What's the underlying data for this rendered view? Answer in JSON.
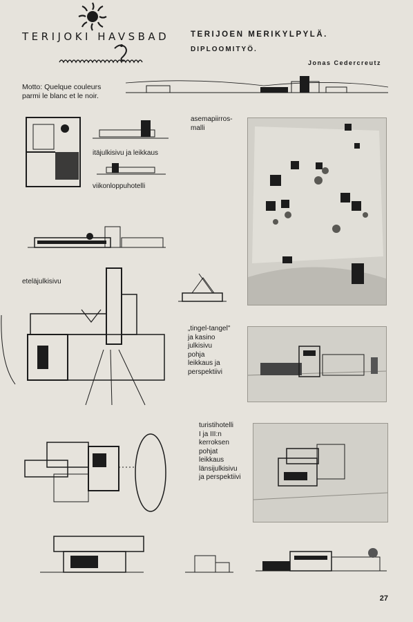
{
  "header": {
    "title_left": "TERIJOKI HAVSBAD",
    "title_right": "TERIJOEN MERIKYLPYLÄ.",
    "subtitle": "DIPLOOMITYÖ.",
    "author": "Jonas Cedercreutz"
  },
  "motto": {
    "line1": "Motto: Quelque couleurs",
    "line2": "parmi le blanc et le noir."
  },
  "captions": {
    "itajulkisivu": "itäjulkisivu ja leikkaus",
    "viikonloppuhotelli": "viikonloppuhotelli",
    "asemapiirros": [
      "asemapiirros-",
      "malli"
    ],
    "etelajulkisivu": "eteläjulkisivu",
    "tingel": [
      "„tingel-tangel\"",
      "ja kasino",
      "julkisivu",
      "pohja",
      "leikkaus ja",
      "perspektiivi"
    ],
    "turistihotelli": [
      "turistihotelli",
      "I ja III:n",
      "kerroksen",
      "pohjat",
      "leikkaus",
      "länsijulkisivu",
      "ja perspektiivi"
    ]
  },
  "page_number": "27",
  "colors": {
    "paper": "#e6e3dc",
    "ink": "#1c1c1c",
    "photo": "#d2d0c9"
  }
}
